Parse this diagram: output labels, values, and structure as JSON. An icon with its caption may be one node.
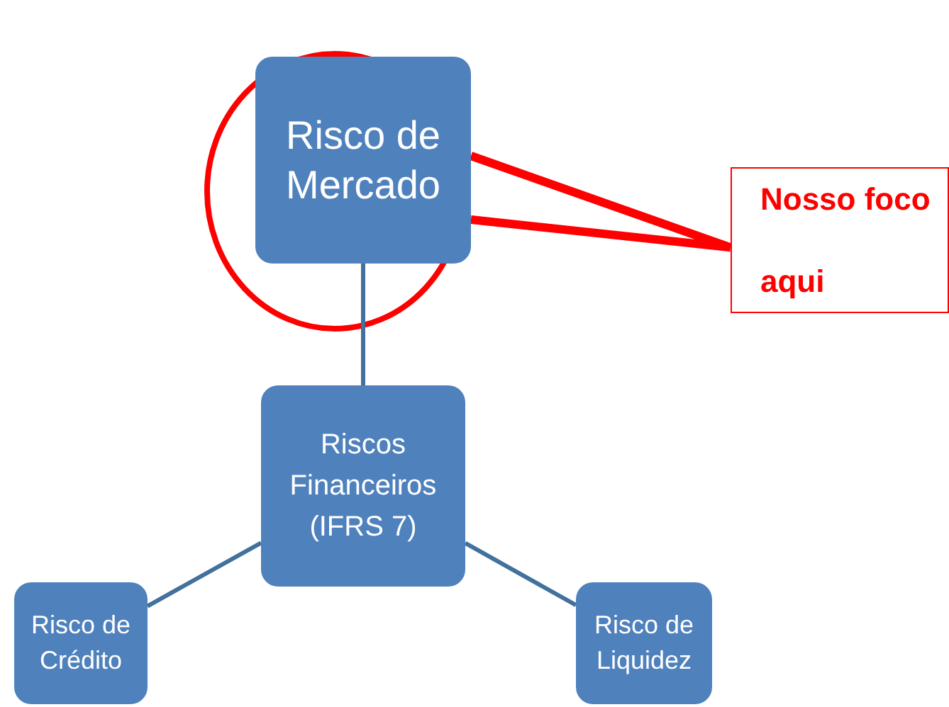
{
  "diagram": {
    "nodes": [
      {
        "text": [
          "Risco de Mercado"
        ]
      },
      {
        "text": [
          "Nosso foco aqui"
        ]
      },
      {
        "text": [
          "Riscos Financeiros",
          "(IFRS 7)"
        ]
      },
      {
        "text": [
          "Risco de Crédito"
        ]
      },
      {
        "text": [
          "Risco de Liquidez"
        ]
      }
    ],
    "edges": [
      {
        "from": 0,
        "to": 2,
        "arrow": "none"
      },
      {
        "from": 2,
        "to": 3,
        "arrow": "none"
      },
      {
        "from": 2,
        "to": 4,
        "arrow": "none"
      },
      {
        "from": 1,
        "to": 0,
        "arrow": "none",
        "style": "thick",
        "color": "#ff0000"
      }
    ]
  }
}
